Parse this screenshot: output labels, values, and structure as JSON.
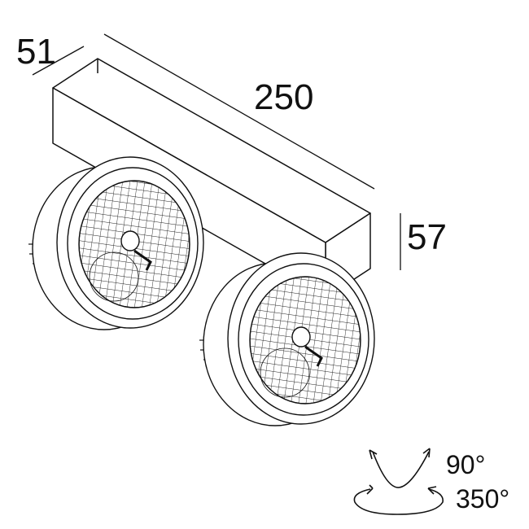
{
  "dimensions": {
    "depth": "51",
    "length": "250",
    "height": "57"
  },
  "rotation": {
    "tilt": "90°",
    "pan": "350°"
  }
}
